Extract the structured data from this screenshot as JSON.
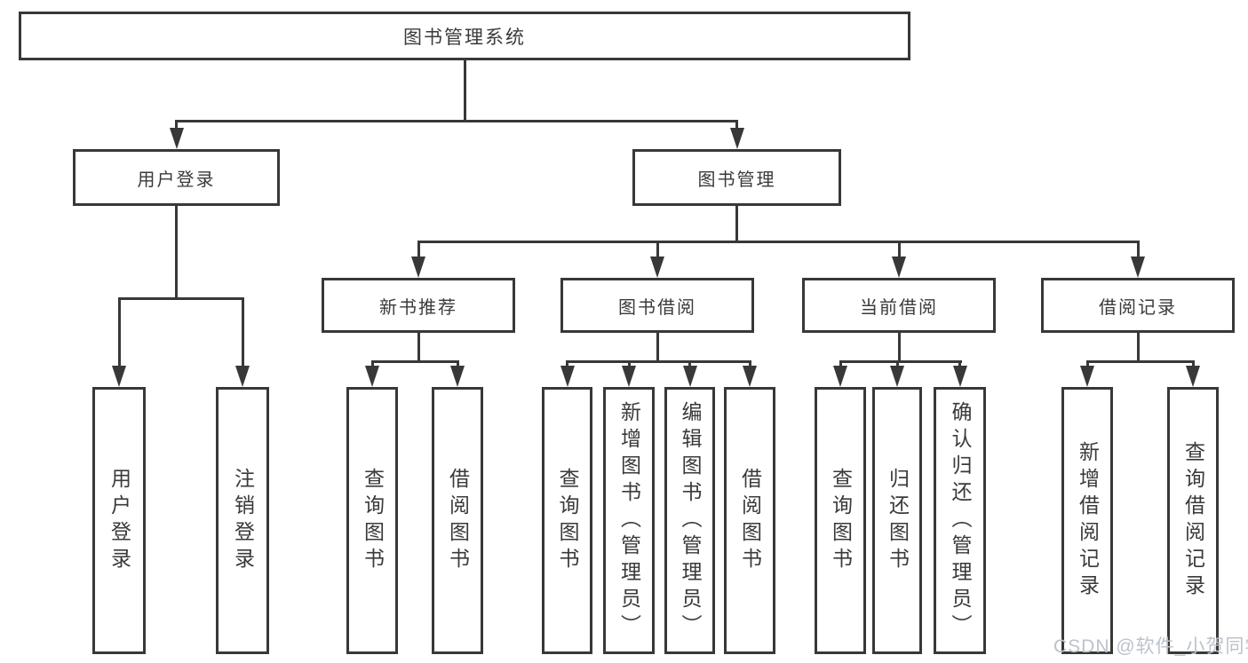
{
  "tree": {
    "root": "图书管理系统",
    "user_login": {
      "label": "用户登录",
      "children": [
        "用户登录",
        "注销登录"
      ]
    },
    "book_management": {
      "label": "图书管理",
      "groups": [
        {
          "label": "新书推荐",
          "children": [
            "查询图书",
            "借阅图书"
          ]
        },
        {
          "label": "图书借阅",
          "children": [
            "查询图书",
            "新增图书（管理员）",
            "编辑图书（管理员）",
            "借阅图书"
          ]
        },
        {
          "label": "当前借阅",
          "children": [
            "查询图书",
            "归还图书",
            "确认归还（管理员）"
          ]
        },
        {
          "label": "借阅记录",
          "children": [
            "新增借阅记录",
            "查询借阅记录"
          ]
        }
      ]
    }
  },
  "watermark": "CSDN @软件_小贺同学",
  "colors": {
    "line": "#383838",
    "text": "#3a3a3a",
    "watermark": "#bcc2cc",
    "background": "#ffffff"
  }
}
